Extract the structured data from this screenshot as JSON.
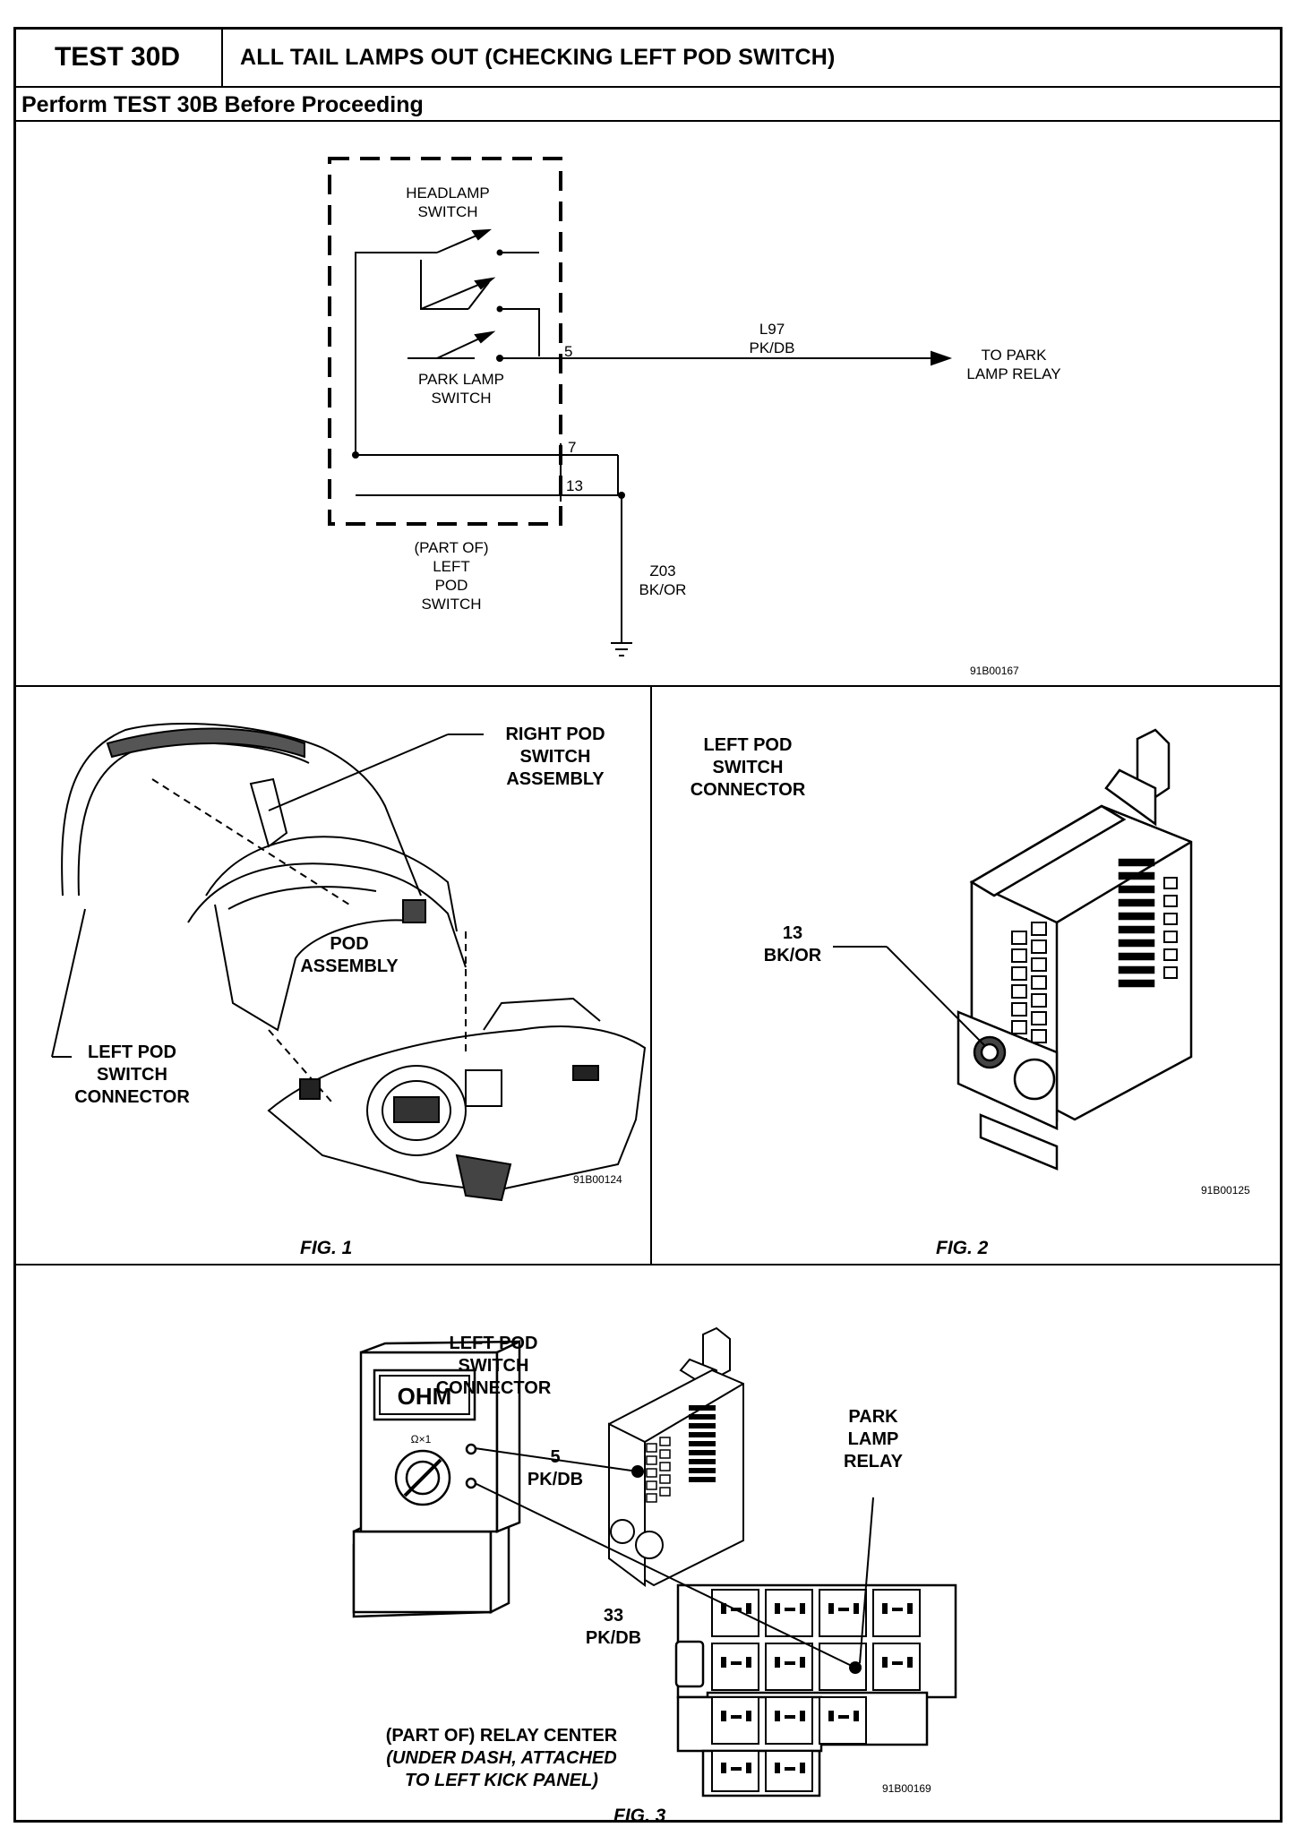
{
  "header": {
    "test_id": "TEST 30D",
    "title": "ALL TAIL LAMPS OUT (CHECKING LEFT POD SWITCH)",
    "prerequisite": "Perform TEST 30B Before Proceeding"
  },
  "schematic": {
    "headlamp_switch_line1": "HEADLAMP",
    "headlamp_switch_line2": "SWITCH",
    "park_lamp_switch_line1": "PARK LAMP",
    "park_lamp_switch_line2": "SWITCH",
    "pin_5": "5",
    "pin_7": "7",
    "pin_13": "13",
    "wire_l97": "L97",
    "wire_l97_color": "PK/DB",
    "to_relay_line1": "TO PARK",
    "to_relay_line2": "LAMP RELAY",
    "part_of_line1": "(PART OF)",
    "part_of_line2": "LEFT",
    "part_of_line3": "POD",
    "part_of_line4": "SWITCH",
    "wire_z03": "Z03",
    "wire_z03_color": "BK/OR",
    "code": "91B00167"
  },
  "fig1": {
    "caption": "FIG. 1",
    "right_pod_line1": "RIGHT POD",
    "right_pod_line2": "SWITCH",
    "right_pod_line3": "ASSEMBLY",
    "pod_line1": "POD",
    "pod_line2": "ASSEMBLY",
    "left_pod_line1": "LEFT POD",
    "left_pod_line2": "SWITCH",
    "left_pod_line3": "CONNECTOR",
    "code": "91B00124"
  },
  "fig2": {
    "caption": "FIG. 2",
    "title_line1": "LEFT POD",
    "title_line2": "SWITCH",
    "title_line3": "CONNECTOR",
    "pin_label": "13",
    "pin_color": "BK/OR",
    "code": "91B00125"
  },
  "fig3": {
    "caption": "FIG. 3",
    "conn_line1": "LEFT POD",
    "conn_line2": "SWITCH",
    "conn_line3": "CONNECTOR",
    "pin5": "5",
    "pin5_color": "PK/DB",
    "relay_line1": "PARK",
    "relay_line2": "LAMP",
    "relay_line3": "RELAY",
    "meter_display": "OHM",
    "meter_range": "Ω×1",
    "pin33": "33",
    "pin33_color": "PK/DB",
    "relay_center_line1": "(PART OF) RELAY CENTER",
    "relay_center_line2": "(UNDER DASH, ATTACHED",
    "relay_center_line3": "TO LEFT KICK PANEL)",
    "code": "91B00169"
  }
}
